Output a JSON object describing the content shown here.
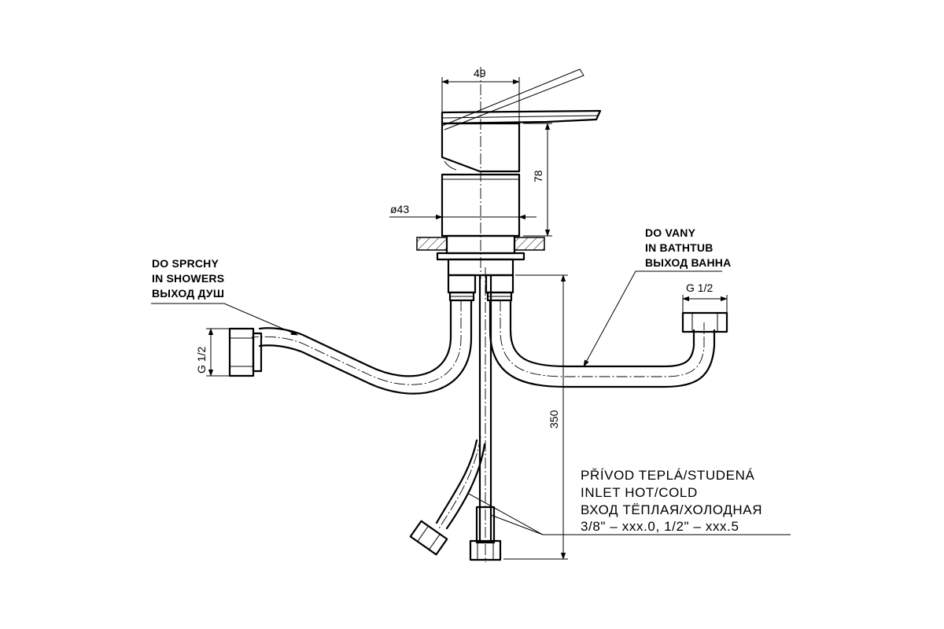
{
  "dimensions": {
    "width_top": "49",
    "height_body": "78",
    "diameter": "ø43",
    "hose_length": "350",
    "thread_left": "G 1/2",
    "thread_right": "G 1/2"
  },
  "labels": {
    "shower": [
      "DO SPRCHY",
      "IN SHOWERS",
      "ВЫХОД ДУШ"
    ],
    "bathtub": [
      "DO VANY",
      "IN BATHTUB",
      "ВЫХОД ВАННА"
    ],
    "inlet": [
      "PŘÍVOD TEPLÁ/STUDENÁ",
      "INLET HOT/COLD",
      "ВХОД ТЁПЛАЯ/ХОЛОДНАЯ",
      "3/8\" – xxx.0, 1/2\" – xxx.5"
    ]
  }
}
